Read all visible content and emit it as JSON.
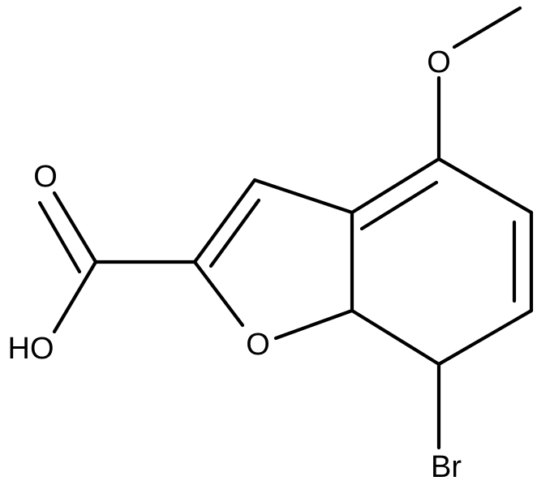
{
  "molecule": {
    "atoms": {
      "oxygen_methoxy": "O",
      "oxygen_carbonyl": "O",
      "hydroxyl": "HO",
      "oxygen_ring": "O",
      "bromine": "Br"
    },
    "colors": {
      "line": "#000000",
      "background": "#ffffff"
    }
  }
}
